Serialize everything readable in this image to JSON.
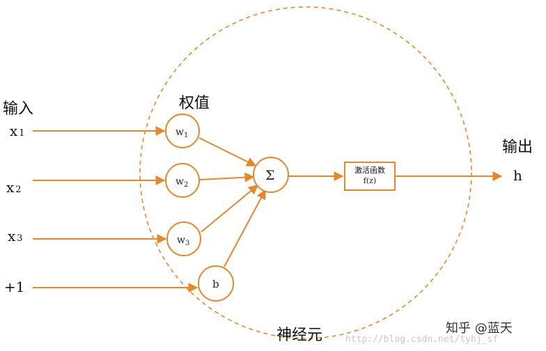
{
  "labels": {
    "input_title": "输入",
    "weights_title": "权值",
    "output_title": "输出",
    "neuron_title": "神经元",
    "output_var": "h"
  },
  "inputs": [
    {
      "var": "x",
      "sub": "1"
    },
    {
      "var": "x",
      "sub": "2"
    },
    {
      "var": "x",
      "sub": "3"
    },
    {
      "var": "+1",
      "sub": ""
    }
  ],
  "weights": [
    {
      "var": "w",
      "sub": "1"
    },
    {
      "var": "w",
      "sub": "2"
    },
    {
      "var": "w",
      "sub": "3"
    },
    {
      "var": "b",
      "sub": ""
    }
  ],
  "sum_symbol": "Σ",
  "activation": {
    "line1": "激活函数",
    "line2": "f(z)"
  },
  "watermarks": {
    "url": "http://blog.csdn.net/tyhj_sf",
    "zhihu": "知乎 @蓝天"
  },
  "colors": {
    "stroke": "#e8872a",
    "text": "#111111"
  }
}
